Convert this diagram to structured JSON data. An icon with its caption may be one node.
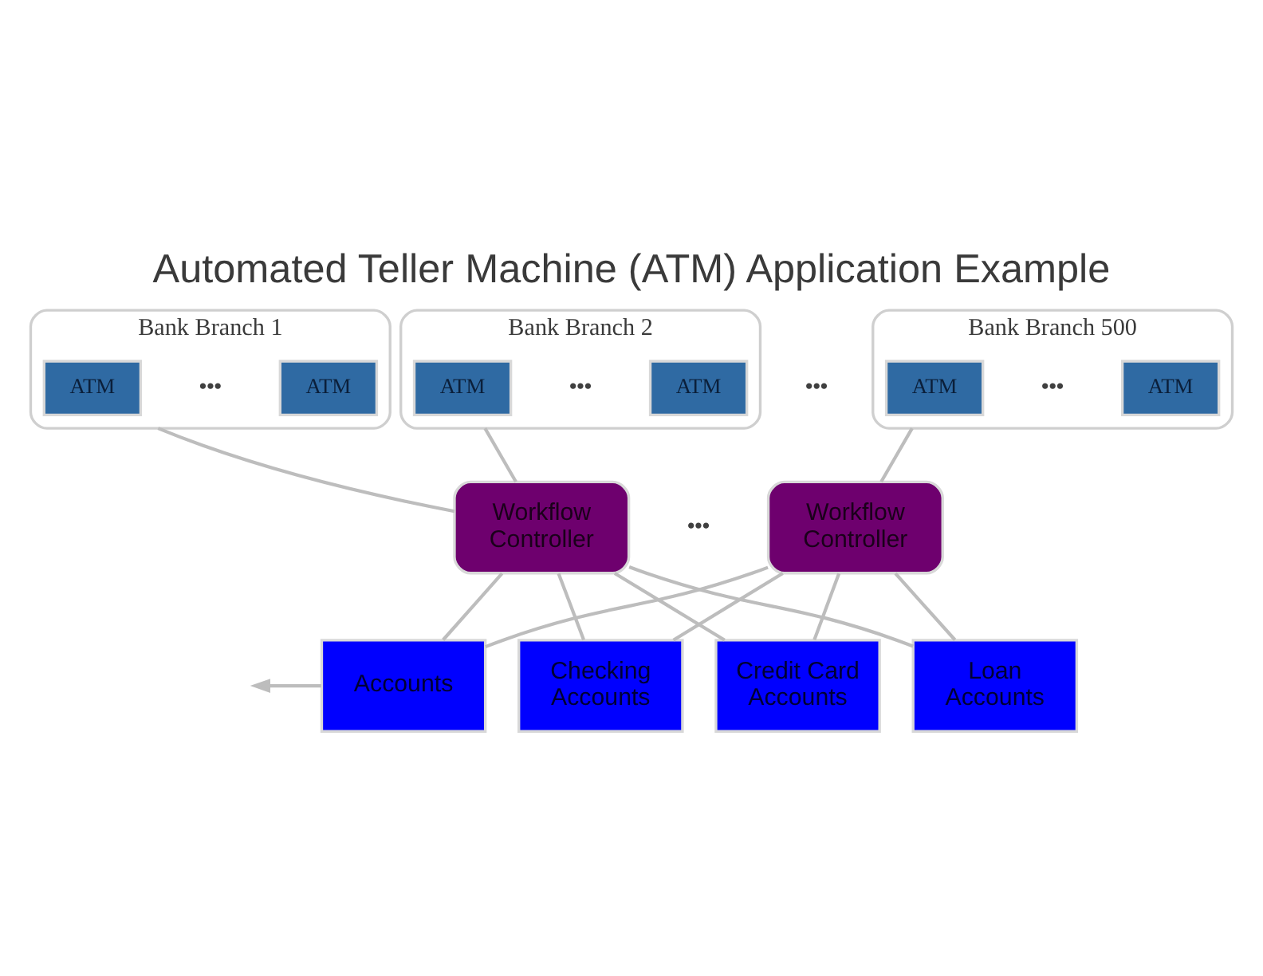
{
  "diagram": {
    "title": "Automated Teller Machine (ATM) Application Example",
    "nodes": [
      {
        "text": [
          "Bank Branch 1"
        ]
      },
      {
        "text": [
          "ATM"
        ],
        "in": 0
      },
      {
        "text": [
          "ATM"
        ],
        "in": 0
      },
      {
        "text": [
          "Bank Branch 2"
        ]
      },
      {
        "text": [
          "ATM"
        ],
        "in": 3
      },
      {
        "text": [
          "ATM"
        ],
        "in": 3
      },
      {
        "text": [
          "Bank Branch 500"
        ]
      },
      {
        "text": [
          "ATM"
        ],
        "in": 6
      },
      {
        "text": [
          "ATM"
        ],
        "in": 6
      },
      {
        "text": [
          "Workflow Controller"
        ]
      },
      {
        "text": [
          "Workflow Controller"
        ]
      },
      {
        "text": [
          "Accounts"
        ]
      },
      {
        "text": [
          "Checking Accounts"
        ]
      },
      {
        "text": [
          "Credit Card Accounts"
        ]
      },
      {
        "text": [
          "Loan Accounts"
        ]
      }
    ],
    "edges": [
      {
        "from": 0,
        "to": 9,
        "arrow": "none"
      },
      {
        "from": 3,
        "to": 9,
        "arrow": "none"
      },
      {
        "from": 6,
        "to": 10,
        "arrow": "none"
      },
      {
        "from": 9,
        "to": 11,
        "arrow": "none"
      },
      {
        "from": 9,
        "to": 12,
        "arrow": "none"
      },
      {
        "from": 9,
        "to": 13,
        "arrow": "none"
      },
      {
        "from": 9,
        "to": 14,
        "arrow": "none"
      },
      {
        "from": 10,
        "to": 11,
        "arrow": "none"
      },
      {
        "from": 10,
        "to": 12,
        "arrow": "none"
      },
      {
        "from": 10,
        "to": 13,
        "arrow": "none"
      },
      {
        "from": 10,
        "to": 14,
        "arrow": "none"
      },
      {
        "from": 11,
        "to": null,
        "arrow": "to"
      }
    ],
    "labels": [
      "•••",
      "•••",
      "•••",
      "•••",
      "•••"
    ]
  }
}
